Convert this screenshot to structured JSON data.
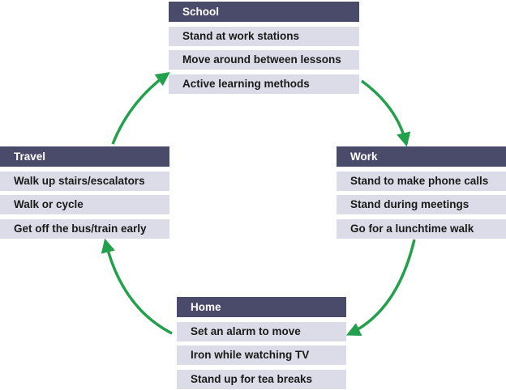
{
  "accent_color": "#22a04b",
  "header_color": "#4a4a6a",
  "item_color": "#dcdce8",
  "boxes": {
    "school": {
      "title": "School",
      "items": [
        "Stand at work stations",
        "Move around between lessons",
        "Active learning methods"
      ]
    },
    "work": {
      "title": "Work",
      "items": [
        "Stand to make phone calls",
        "Stand during meetings",
        "Go for a lunchtime walk"
      ]
    },
    "home": {
      "title": "Home",
      "items": [
        "Set an alarm to move",
        "Iron while watching TV",
        "Stand up for tea breaks"
      ]
    },
    "travel": {
      "title": "Travel",
      "items": [
        "Walk up stairs/escalators",
        "Walk or cycle",
        "Get off the bus/train early"
      ]
    }
  }
}
